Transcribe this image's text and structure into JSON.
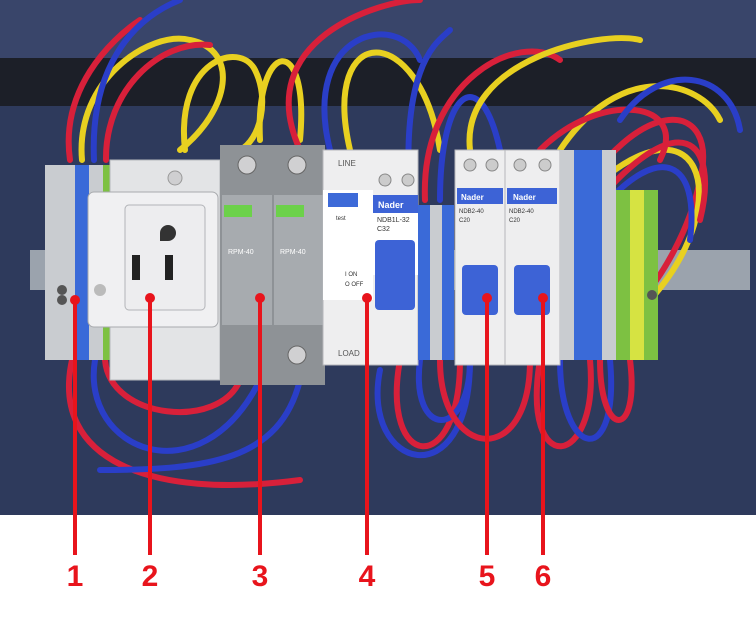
{
  "labels": [
    "1",
    "2",
    "3",
    "4",
    "5",
    "6"
  ],
  "spd": {
    "brand": "RPM-40",
    "text": "RPM-40"
  },
  "rcbo": {
    "brand": "Nader",
    "model": "NDB1L-32",
    "rating": "C32",
    "top": "LINE",
    "bottom": "LOAD",
    "test": "test",
    "on": "I ON",
    "off": "O OFF"
  },
  "mcb": {
    "brand": "Nader",
    "model": "NDB2-40",
    "rating": "C20"
  },
  "colors": {
    "panel": "#2e3a5c",
    "callout": "#e8141c",
    "wire_red": "#d8203a",
    "wire_blue": "#2a3ec8",
    "wire_yellow": "#e8d020",
    "terminal_blue": "#3a6ad8",
    "breaker_blue": "#3d63d6"
  }
}
